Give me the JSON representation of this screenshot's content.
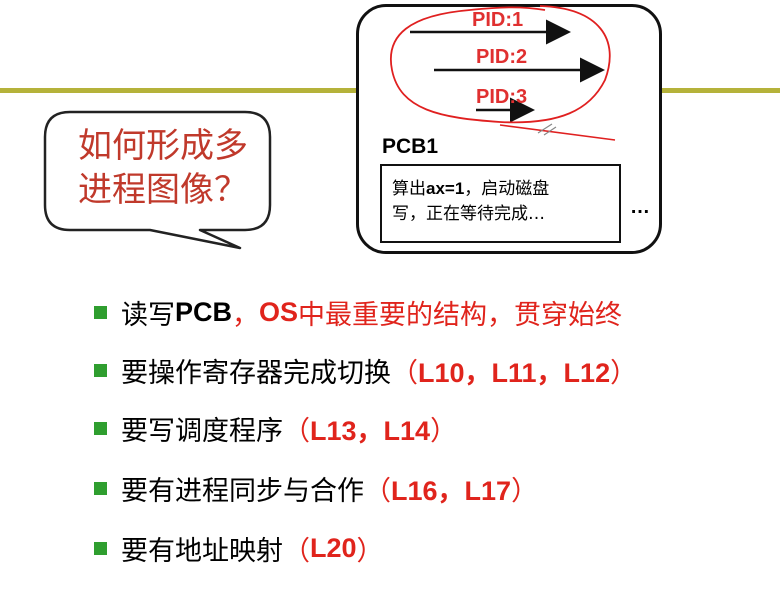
{
  "bubble": {
    "line1": "如何形成多",
    "line2": "进程图像？"
  },
  "pcb_figure": {
    "pid1": "PID:1",
    "pid2": "PID:2",
    "pid3": "PID:3",
    "title": "PCB1",
    "content_line1_a": "算出",
    "content_line1_b": "ax=1",
    "content_line1_c": "，启动磁盘",
    "content_line2": "写，正在等待完成…",
    "ellipsis": "…",
    "annotation_color": "#e02020"
  },
  "bullets": {
    "b1_a": "读写",
    "b1_b": "PCB",
    "b1_c": "，",
    "b1_d": "OS",
    "b1_e": "中最重要的结构，贯穿始终",
    "b2_a": "要操作寄存器完成切换",
    "b2_b": "（",
    "b2_c": "L10，L11，L12",
    "b2_d": "）",
    "b3_a": "要写调度程序",
    "b3_b": "（",
    "b3_c": "L13，L14",
    "b3_d": "）",
    "b4_a": "要有进程同步与合作",
    "b4_b": "（",
    "b4_c": "L16，L17",
    "b4_d": "）",
    "b5_a": "要有地址映射",
    "b5_b": "（",
    "b5_c": "L20",
    "b5_d": "）"
  },
  "colors": {
    "accent_red": "#e0241c",
    "bullet_green": "#2f9e2f",
    "divider_olive": "#b5b23a"
  }
}
